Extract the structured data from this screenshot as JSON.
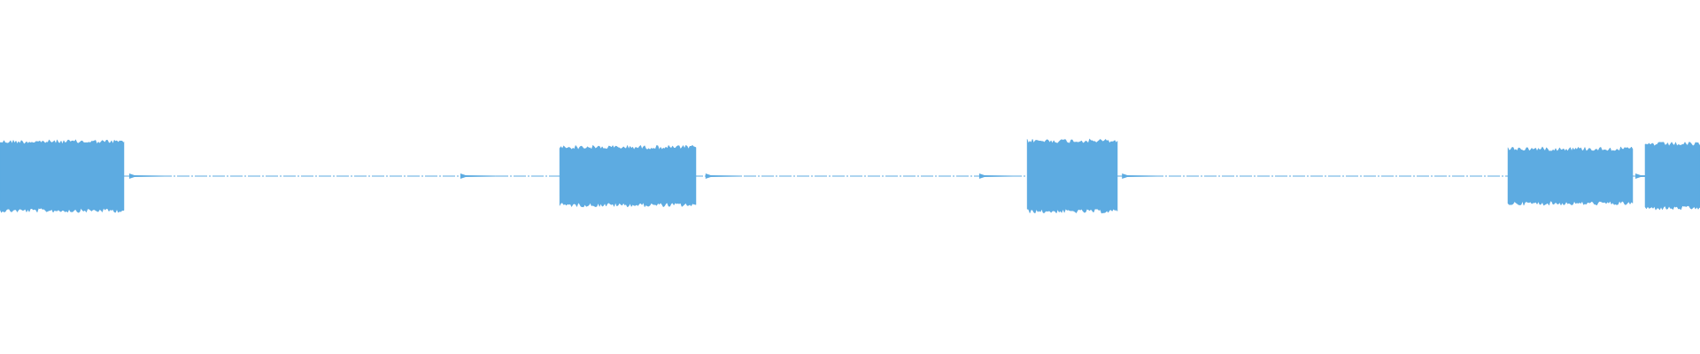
{
  "waveform": {
    "color": "#5dabe1",
    "background": "#ffffff",
    "duration_fraction_regions": [
      {
        "start": 0.0,
        "end": 0.0729,
        "amplitude": 0.86
      },
      {
        "start": 0.3292,
        "end": 0.4094,
        "amplitude": 0.72
      },
      {
        "start": 0.6042,
        "end": 0.6573,
        "amplitude": 0.88
      },
      {
        "start": 0.887,
        "end": 0.9604,
        "amplitude": 0.68
      },
      {
        "start": 0.9677,
        "end": 1.0,
        "amplitude": 0.8
      }
    ],
    "silence_blips": [
      0.076,
      0.2708,
      0.415,
      0.576,
      0.66,
      0.962
    ]
  }
}
